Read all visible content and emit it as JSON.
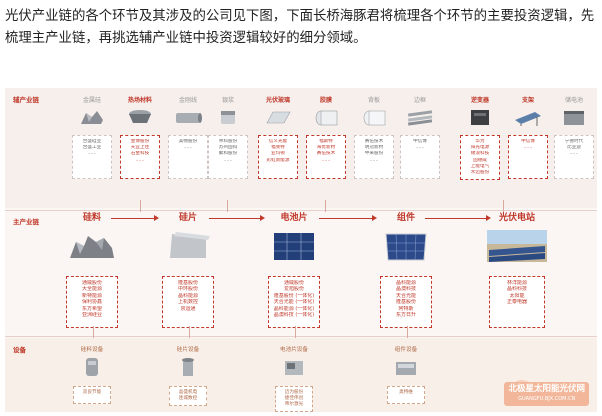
{
  "intro": "光伏产业链的各个环节及其涉及的公司见下图，下面长桥海豚君将梳理各个环节的主要投资逻辑，先梳理主产业链，再挑选辅产业链中投资逻辑较好的细分领域。",
  "figure": {
    "aux_label": "辅产业链",
    "main_label": "主产业链",
    "eq_label": "设备",
    "aux_items": [
      {
        "name": "金属硅",
        "highlight": false,
        "lines": [
          "合盛硅业",
          "合盛工业",
          "……"
        ]
      },
      {
        "name": "热场材料",
        "highlight": true,
        "lines": [
          "金博股份",
          "天宜上佳",
          "石金科技",
          "……"
        ]
      },
      {
        "name": "金刚线",
        "highlight": false,
        "lines": [
          "美畅股份",
          "……"
        ]
      },
      {
        "name": "银浆",
        "highlight": false,
        "lines": [
          "帝科股份",
          "苏州固锝",
          "聚和股份",
          "……"
        ]
      },
      {
        "name": "光伏玻璃",
        "highlight": true,
        "lines": [
          "信义光能",
          "福莱特",
          "亚玛顿",
          "彩虹新能源"
        ]
      },
      {
        "name": "胶膜",
        "highlight": true,
        "lines": [
          "福斯特",
          "海优新材",
          "赛伍技术",
          "……"
        ]
      },
      {
        "name": "背板",
        "highlight": false,
        "lines": [
          "赛伍技术",
          "明冠新材",
          "中来股份",
          "……"
        ]
      },
      {
        "name": "边框",
        "highlight": false,
        "lines": [
          "中信博",
          "……"
        ]
      },
      {
        "name": "逆变器",
        "highlight": true,
        "lines": [
          "华为",
          "阳光电源",
          "锦浪科技",
          "固德威",
          "上能电气",
          "禾迈股份"
        ]
      },
      {
        "name": "支架",
        "highlight": true,
        "lines": [
          "中信博",
          "……"
        ]
      },
      {
        "name": "储电池",
        "highlight": false,
        "lines": [
          "宁德时代",
          "比亚迪",
          "……"
        ]
      }
    ],
    "main_items": [
      {
        "name": "硅料",
        "lines": [
          "通威股份",
          "大全能源",
          "新特能源",
          "保利协鑫",
          "东方希望",
          "亚洲硅业"
        ]
      },
      {
        "name": "硅片",
        "lines": [
          "隆基股份",
          "中环股份",
          "晶科能源",
          "上机数控",
          "京运通"
        ]
      },
      {
        "name": "电池片",
        "lines": [
          "通威股份",
          "爱旭股份",
          "隆基股份 (一体化)",
          "天合光能 (一体化)",
          "晶科能源 (一体化)",
          "晶澳科技 (一体化)"
        ]
      },
      {
        "name": "组件",
        "lines": [
          "晶科能源",
          "晶澳科技",
          "天合光能",
          "隆基股份",
          "阿特斯",
          "东方日升"
        ]
      },
      {
        "name": "光伏电站",
        "lines": [
          "林洋能源",
          "晶科科技",
          "太阳能",
          "正泰电器"
        ]
      }
    ],
    "eq_items": [
      {
        "name": "硅料设备",
        "lines": [
          "双良节能"
        ]
      },
      {
        "name": "硅片设备",
        "lines": [
          "晶盛机电",
          "连城数控"
        ]
      },
      {
        "name": "电池片设备",
        "lines": [
          "迈为股份",
          "捷佳伟创",
          "帝尔激光"
        ]
      },
      {
        "name": "组件设备",
        "lines": [
          "奥特维"
        ]
      }
    ],
    "watermark": "北极星太阳能光伏网",
    "watermark_url": "GUANGFU.BJX.COM.CN"
  }
}
